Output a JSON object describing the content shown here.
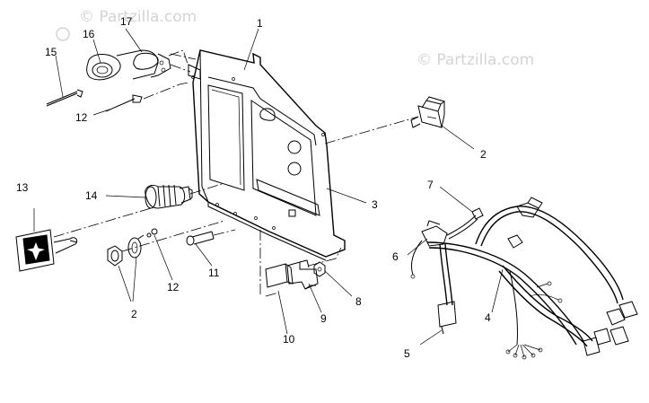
{
  "watermark": {
    "primary": "© Partzilla.com",
    "secondary": "© Partzilla.com"
  },
  "callouts": [
    {
      "id": "1",
      "text": "1"
    },
    {
      "id": "2a",
      "text": "2"
    },
    {
      "id": "3",
      "text": "3"
    },
    {
      "id": "4",
      "text": "4"
    },
    {
      "id": "5",
      "text": "5"
    },
    {
      "id": "6",
      "text": "6"
    },
    {
      "id": "7",
      "text": "7"
    },
    {
      "id": "8",
      "text": "8"
    },
    {
      "id": "9",
      "text": "9"
    },
    {
      "id": "10",
      "text": "10"
    },
    {
      "id": "11",
      "text": "11"
    },
    {
      "id": "12a",
      "text": "12"
    },
    {
      "id": "12b",
      "text": "12"
    },
    {
      "id": "13",
      "text": "13"
    },
    {
      "id": "14",
      "text": "14"
    },
    {
      "id": "15",
      "text": "15"
    },
    {
      "id": "16",
      "text": "16"
    },
    {
      "id": "17",
      "text": "17"
    },
    {
      "id": "2b",
      "text": "2"
    }
  ],
  "colors": {
    "ink": "#000000",
    "background": "#ffffff",
    "watermark": "#d4d4d4"
  }
}
